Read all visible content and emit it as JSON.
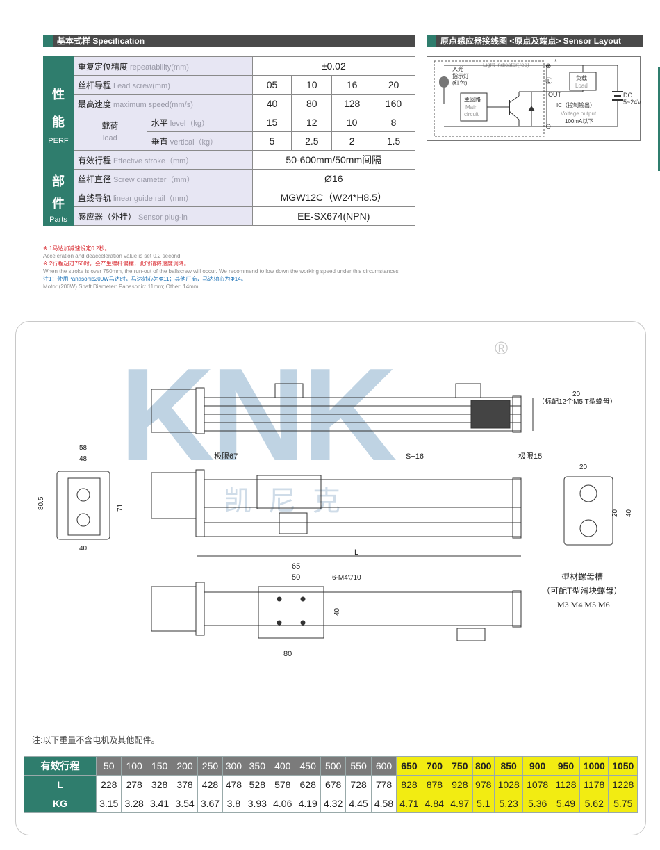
{
  "spec_section": {
    "title": "基本式样 Specification"
  },
  "sensor_section": {
    "title": "原点感应器接线图 <原点及端点> Sensor Layout"
  },
  "spec_table": {
    "perf_label_cn": "性\n能",
    "perf_label_en": "PERF",
    "parts_label_cn": "部\n件",
    "parts_label_en": "Parts",
    "repeatability": {
      "cn": "重复定位精度",
      "en": "repeatability(mm)",
      "value": "±0.02"
    },
    "lead": {
      "cn": "丝杆导程",
      "en": "Lead screw(mm)",
      "values": [
        "05",
        "10",
        "16",
        "20"
      ]
    },
    "speed": {
      "cn": "最高速度",
      "en": "maximum speed(mm/s)",
      "values": [
        "40",
        "80",
        "128",
        "160"
      ]
    },
    "load": {
      "cn": "载荷",
      "en": "load"
    },
    "level": {
      "cn": "水平",
      "en": "level（kg）",
      "values": [
        "15",
        "12",
        "10",
        "8"
      ]
    },
    "vertical": {
      "cn": "垂直",
      "en": "vertical（kg）",
      "values": [
        "5",
        "2.5",
        "2",
        "1.5"
      ]
    },
    "stroke": {
      "cn": "有效行程",
      "en": "Effective stroke（mm）",
      "value": "50-600mm/50mm间隔"
    },
    "screw_dia": {
      "cn": "丝杆直径",
      "en": "Screw diameter（mm）",
      "value": "Ø16"
    },
    "guide": {
      "cn": "直线导轨",
      "en": "linear guide rail（mm）",
      "value": "MGW12C（W24*H8.5）"
    },
    "sensor": {
      "cn": "感应器（外挂）",
      "en": "Sensor plug-in",
      "value": "EE-SX674(NPN)"
    }
  },
  "notes": {
    "n1_cn": "※ 1马达加减速设定0.2秒。",
    "n1_en": "Acceleration and deacceleration value is set 0.2 second.",
    "n2_cn": "※ 2行程超过750时，会产生螺杆偏摆，此时请将速度调降。",
    "n2_en": "When the stroke is over 750mm, the run-out of the ballscrew will occur. We recommend to low down the working speed under this circumstances",
    "n3_cn": "注1：使用Panasonic200W马达时，马达轴心为Φ11；其他厂商，马达轴心为Φ14。",
    "n3_en": "Motor (200W) Shaft Diameter: Panasonic: 11mm; Other: 14mm."
  },
  "sensor_diagram": {
    "light_in": "入光",
    "indicator_cn": "指示灯",
    "indicator_red": "(红色)",
    "light_indicator_en": "Light indicator(red)",
    "main_circuit_cn": "主回路",
    "main_circuit_en1": "Main",
    "main_circuit_en2": "circuit",
    "load_cn": "负载",
    "load_en": "Load",
    "out": "OUT",
    "ic": "IC（控制输出）",
    "voltage_out": "Voltage output",
    "ma": "100mA以下",
    "dc": "DC",
    "dc_v": "5~24V",
    "star": "*",
    "term_plus": "⊕",
    "term_l": "Ⓛ",
    "term_minus": "⊖"
  },
  "drawing": {
    "watermark": "KNK",
    "watermark_cn": "凯尼克",
    "registered": "®",
    "dim_58": "58",
    "dim_48": "48",
    "dim_80_5": "80.5",
    "dim_71": "71",
    "dim_40_side": "40",
    "dim_20_top": "20",
    "nut_note": "（标配12个M5 T型螺母）",
    "limit_67": "极限67",
    "s16": "S+16",
    "limit_15": "极限15",
    "dim_L": "L",
    "dim_65": "65",
    "dim_50": "50",
    "m4": "6-M4▽10",
    "dim_40_top": "40",
    "dim_80": "80",
    "profile_20_top": "20",
    "profile_20_inner": "20",
    "profile_40": "40",
    "profile_cn1": "型材螺母槽",
    "profile_cn2": "（可配T型滑块螺母）",
    "profile_sizes": "M3  M4  M5  M6"
  },
  "weight_note": "注:以下重量不含电机及其他配件。",
  "weight_table": {
    "h_stroke": "有效行程",
    "h_L": "L",
    "h_KG": "KG",
    "strokes": [
      "50",
      "100",
      "150",
      "200",
      "250",
      "300",
      "350",
      "400",
      "450",
      "500",
      "550",
      "600",
      "650",
      "700",
      "750",
      "800",
      "850",
      "900",
      "950",
      "1000",
      "1050"
    ],
    "L": [
      "228",
      "278",
      "328",
      "378",
      "428",
      "478",
      "528",
      "578",
      "628",
      "678",
      "728",
      "778",
      "828",
      "878",
      "928",
      "978",
      "1028",
      "1078",
      "1128",
      "1178",
      "1228"
    ],
    "KG": [
      "3.15",
      "3.28",
      "3.41",
      "3.54",
      "3.67",
      "3.8",
      "3.93",
      "4.06",
      "4.19",
      "4.32",
      "4.45",
      "4.58",
      "4.71",
      "4.84",
      "4.97",
      "5.1",
      "5.23",
      "5.36",
      "5.49",
      "5.62",
      "5.75"
    ]
  },
  "colors": {
    "brand_green": "#2f7d6d",
    "highlight_yellow": "#f2ec12",
    "header_gray": "#4a4a4a"
  }
}
